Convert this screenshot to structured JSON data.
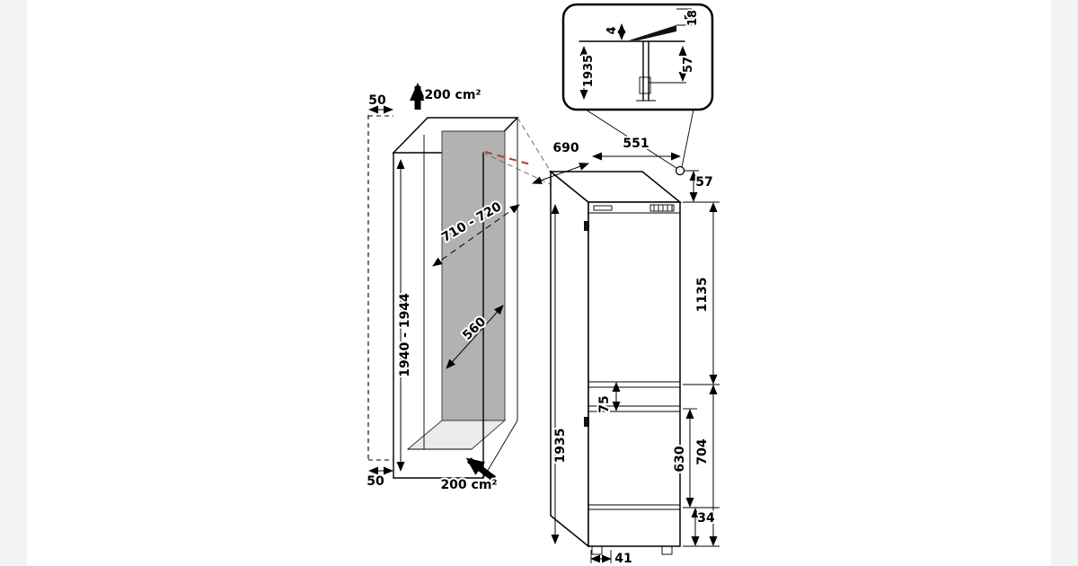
{
  "diagram": {
    "type": "technical installation drawing",
    "units": "mm",
    "niche": {
      "top_clearance": "50",
      "top_ventilation_area": "200 cm²",
      "depth_range": "710 - 720",
      "height_range": "1940 - 1944",
      "width": "560",
      "bottom_clearance": "50",
      "bottom_ventilation_area": "200 cm²"
    },
    "appliance": {
      "depth": "690",
      "width": "551",
      "top_hinge_clearance": "57",
      "upper_door_height": "1135",
      "height": "1935",
      "door_gap": "75",
      "lower_door_height": "630",
      "lower_section_height": "704",
      "plinth_height": "34",
      "foot_inset": "41"
    },
    "inset_detail": {
      "top_gap": "18",
      "air_gap": "4",
      "appliance_height": "1935",
      "hinge_offset": "57"
    }
  }
}
